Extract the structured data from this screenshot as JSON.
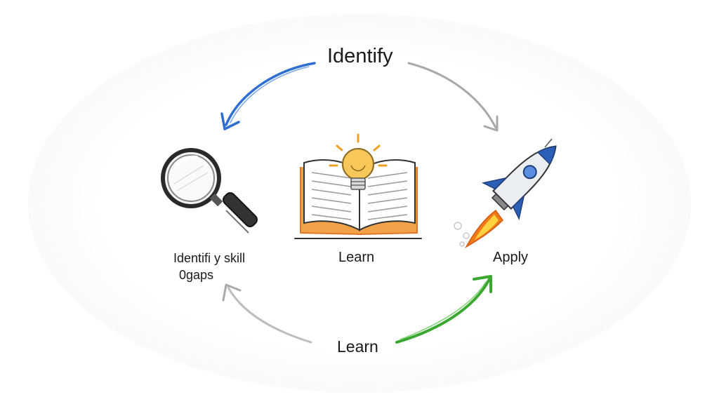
{
  "nodes": {
    "top": {
      "label": "Identify"
    },
    "identify": {
      "line1": "Identifi y skill",
      "line2": "0gaps"
    },
    "learn_center": {
      "label": "Learn"
    },
    "apply": {
      "label": "Apply"
    },
    "bottom": {
      "label": "Learn"
    }
  },
  "icons": {
    "identify": "magnifying-glass-icon",
    "learn": "open-book-lightbulb-icon",
    "apply": "rocket-icon"
  },
  "colors": {
    "arrow_blue": "#2f6fd1",
    "arrow_green": "#3aa72f",
    "arrow_gray": "#a9a9a9",
    "bulb": "#f4b942",
    "book_orange": "#e8862a",
    "rocket_blue": "#2b5fb8",
    "flame": "#f07a1a"
  }
}
